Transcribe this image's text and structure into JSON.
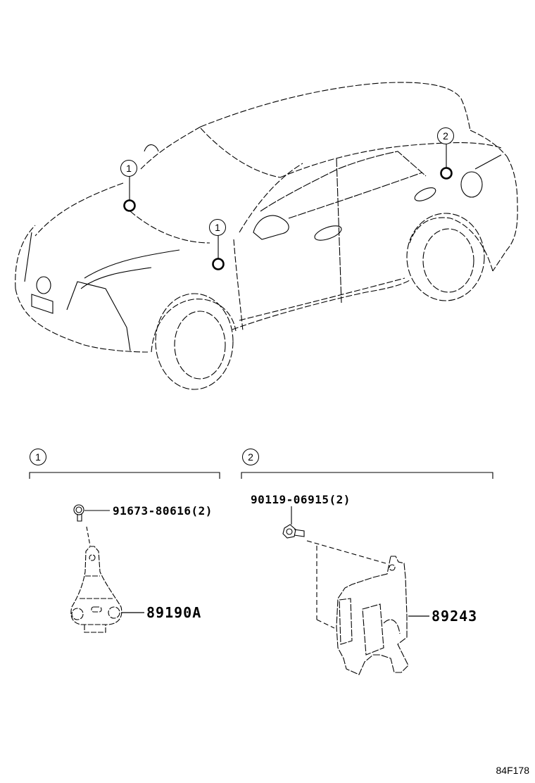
{
  "diagram": {
    "type": "exploded parts illustration",
    "subject": "vehicle with airbag sensor locations",
    "reference_code": "84F178",
    "vehicle_callouts": [
      {
        "label": "1",
        "location": "front hood left"
      },
      {
        "label": "1",
        "location": "front fender right"
      },
      {
        "label": "2",
        "location": "rear quarter"
      }
    ],
    "groups": [
      {
        "callout": "1",
        "parts": [
          {
            "part_number": "91673-80616(2)",
            "description": "bolt"
          },
          {
            "part_number": "89190A",
            "description": "front airbag sensor"
          }
        ]
      },
      {
        "callout": "2",
        "parts": [
          {
            "part_number": "90119-06915(2)",
            "description": "bolt"
          },
          {
            "part_number": "89243",
            "description": "sensor bracket / module"
          }
        ]
      }
    ]
  }
}
